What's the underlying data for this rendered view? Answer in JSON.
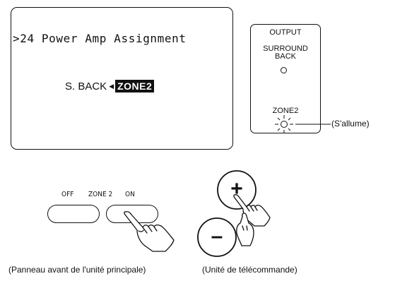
{
  "display": {
    "menu_line": ">24 Power Amp Assignment",
    "setting_label": "S. BACK",
    "arrow_glyph": "◀",
    "setting_value": "ZONE2"
  },
  "output_panel": {
    "title": "OUTPUT",
    "surround_back_line1": "SURROUND",
    "surround_back_line2": "BACK",
    "zone2_label": "ZONE2",
    "lit_callout": "(S'allume)"
  },
  "front_panel": {
    "off_label": "OFF",
    "zone2_label": "ZONE 2",
    "on_label": "ON",
    "caption": "(Panneau avant de l'unité principale)"
  },
  "remote": {
    "plus_symbol": "+",
    "minus_symbol": "–",
    "caption": "(Unité de télécommande)"
  }
}
